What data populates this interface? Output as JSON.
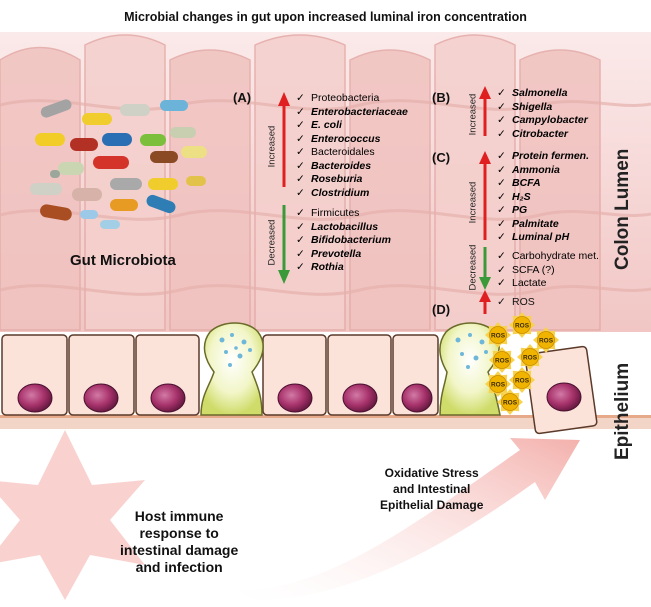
{
  "title": "Microbial changes in gut upon increased luminal iron concentration",
  "side_labels": {
    "lumen": "Colon Lumen",
    "epithelium": "Epithelium"
  },
  "gut_microbiota_label": "Gut Microbiota",
  "check": "✓",
  "panels": {
    "A": {
      "letter": "(A)",
      "increased_label": "Increased",
      "decreased_label": "Decreased",
      "increased": [
        "Proteobacteria",
        "Enterobacteriaceae",
        "E. coli",
        "Enterococcus",
        "Bacteroidales",
        "Bacteroides",
        "Roseburia",
        "Clostridium"
      ],
      "decreased": [
        "Firmicutes",
        "Lactobacillus",
        "Bifidobacterium",
        "Prevotella",
        "Rothia"
      ]
    },
    "B": {
      "letter": "(B)",
      "increased_label": "Increased",
      "increased": [
        "Salmonella",
        "Shigella",
        "Campylobacter",
        "Citrobacter"
      ]
    },
    "C": {
      "letter": "(C)",
      "increased_label": "Increased",
      "decreased_label": "Decreased",
      "increased": [
        "Protein fermen.",
        "Ammonia",
        "BCFA",
        "H₂S",
        "PG",
        "Palmitate",
        "Luminal pH"
      ],
      "decreased": [
        "Carbohydrate met.",
        "SCFA (?)",
        "Lactate"
      ]
    },
    "D": {
      "letter": "(D)",
      "item": "ROS"
    }
  },
  "ros_label": "ROS",
  "oxidative_label": "Oxidative Stress\nand Intestinal\nEpithelial Damage",
  "immune_label": "Host immune\nresponse to\nintestinal damage\nand infection",
  "colors": {
    "lumen_bg": "#f6d6d4",
    "villus": "#f2c5c2",
    "cell_fill": "#fbe3da",
    "nucleus": "#b02f6e",
    "arrow_up": "#e02020",
    "arrow_down": "#3a9a3a",
    "ros_core": "#f5c000",
    "big_arrow": "#f5b5b0"
  }
}
